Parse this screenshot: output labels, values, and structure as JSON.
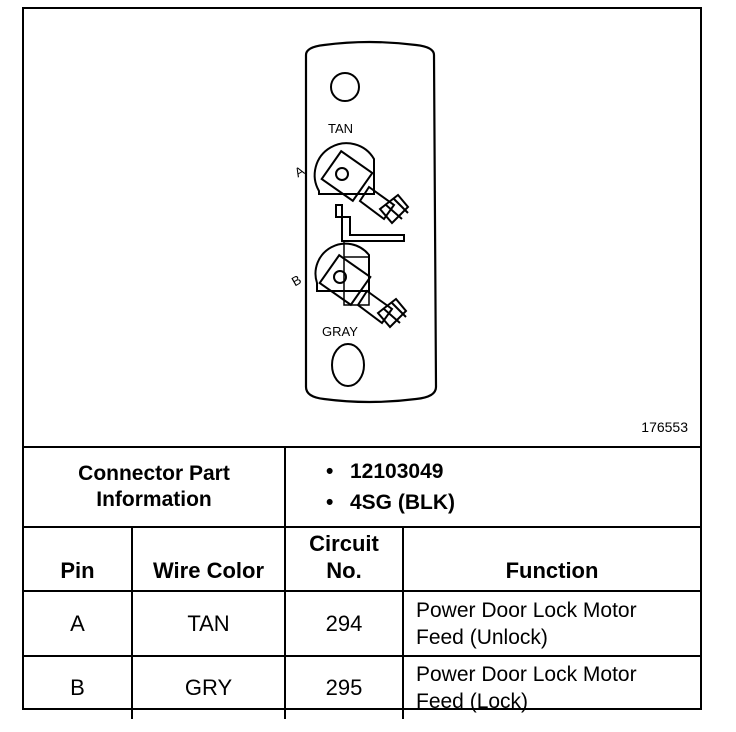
{
  "diagram": {
    "wire_label_a": "TAN",
    "wire_label_b": "GRAY",
    "pin_label_a": "A",
    "pin_label_b": "B",
    "figure_number": "176553"
  },
  "connector_info": {
    "label_line1": "Connector Part",
    "label_line2": "Information",
    "items": [
      "12103049",
      "4SG (BLK)"
    ],
    "bullet": "•"
  },
  "table": {
    "headers": {
      "pin": "Pin",
      "wire_color": "Wire Color",
      "circuit_line1": "Circuit",
      "circuit_line2": "No.",
      "function": "Function"
    },
    "rows": [
      {
        "pin": "A",
        "wire_color": "TAN",
        "circuit": "294",
        "function_line1": "Power Door Lock Motor",
        "function_line2": "Feed (Unlock)"
      },
      {
        "pin": "B",
        "wire_color": "GRY",
        "circuit": "295",
        "function_line1": "Power Door Lock Motor",
        "function_line2": "Feed (Lock)"
      }
    ]
  }
}
